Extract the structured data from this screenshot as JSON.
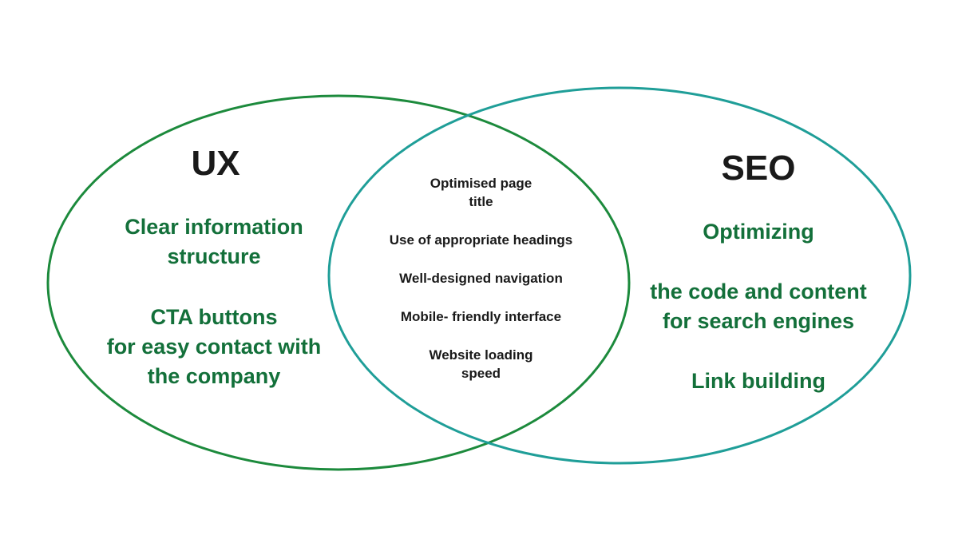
{
  "colors": {
    "ux_circle": "#1c8a3c",
    "seo_circle": "#1f9e98",
    "item_text": "#13703a",
    "title_text": "#1a1a1a",
    "overlap_text": "#1a1a1a"
  },
  "ux": {
    "title": "UX",
    "item_1": "Clear information\nstructure",
    "item_2": "CTA buttons\nfor easy contact with\nthe company"
  },
  "seo": {
    "title": "SEO",
    "item_1": "Optimizing",
    "item_2": "the code and content\nfor search engines",
    "item_3": "Link building"
  },
  "overlap": {
    "item_1": "Optimised page\ntitle",
    "item_2": "Use of appropriate headings",
    "item_3": "Well-designed navigation",
    "item_4": "Mobile- friendly interface",
    "item_5": "Website loading\nspeed"
  }
}
